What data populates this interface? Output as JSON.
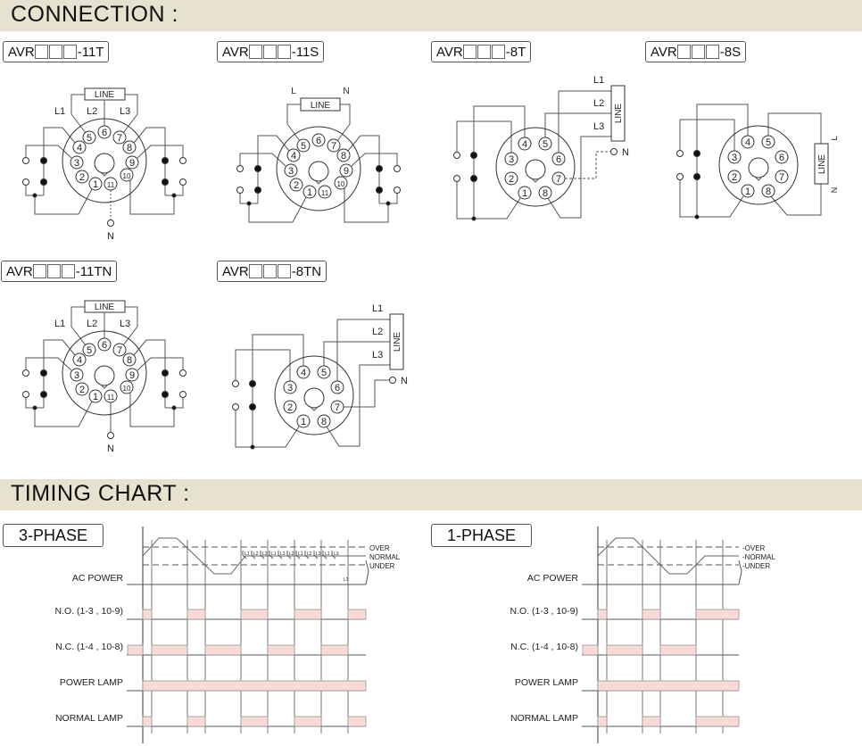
{
  "headers": {
    "connection": "CONNECTION :",
    "timing": "TIMING CHART :"
  },
  "models": [
    {
      "prefix": "AVR",
      "suffix": "-11T"
    },
    {
      "prefix": "AVR",
      "suffix": "-11S"
    },
    {
      "prefix": "AVR",
      "suffix": "-8T"
    },
    {
      "prefix": "AVR",
      "suffix": "-8S"
    },
    {
      "prefix": "AVR",
      "suffix": "-11TN"
    },
    {
      "prefix": "AVR",
      "suffix": "-8TN"
    }
  ],
  "diagram_text": {
    "line": "LINE",
    "l1": "L1",
    "l2": "L2",
    "l3": "L3",
    "l": "L",
    "n": "N",
    "pins11": [
      "1",
      "2",
      "3",
      "4",
      "5",
      "6",
      "7",
      "8",
      "9",
      "10",
      "11"
    ],
    "pins8": [
      "1",
      "2",
      "3",
      "4",
      "5",
      "6",
      "7",
      "8"
    ]
  },
  "phases": {
    "three": "3-PHASE",
    "one": "1-PHASE"
  },
  "colors": {
    "header_bg": "#e6e2cf",
    "pulse_fill": "#f9dad6",
    "line": "#555555"
  },
  "chart_data": [
    {
      "type": "timing",
      "title": "3-PHASE",
      "x_unit": "time",
      "xlim": [
        -1.7,
        25
      ],
      "levels": {
        "over": 1,
        "normal": 0,
        "under": -1
      },
      "level_labels": [
        "OVER",
        "NORMAL",
        "UNDER"
      ],
      "events": [
        1,
        5,
        7,
        11,
        14,
        17,
        20,
        23
      ],
      "phase_markers": [
        "L1",
        "L2",
        "L3",
        "L1",
        "L3",
        "L2",
        "L1",
        "L2",
        "L3",
        "L1",
        "L3"
      ],
      "drop_marker": "L3",
      "ac_power": {
        "label": "AC POWER",
        "points": [
          [
            0,
            0
          ],
          [
            1.8,
            2
          ],
          [
            3.8,
            2
          ],
          [
            8,
            -2
          ],
          [
            9.9,
            -2
          ],
          [
            11.5,
            0
          ],
          [
            25,
            0
          ]
        ]
      },
      "rows": [
        {
          "label": "N.O.  (1-3 , 10-9)",
          "pulses": [
            [
              0,
              1
            ],
            [
              5,
              7
            ],
            [
              11,
              14
            ],
            [
              17,
              20
            ],
            [
              23,
              25
            ]
          ]
        },
        {
          "label": "N.C.  (1-4 , 10-8)",
          "pulses": [
            [
              -1.7,
              0
            ],
            [
              1,
              5
            ],
            [
              7,
              11
            ],
            [
              14,
              17
            ],
            [
              20,
              23
            ]
          ]
        },
        {
          "label": "POWER LAMP",
          "pulses": [
            [
              0,
              25
            ]
          ]
        },
        {
          "label": "NORMAL LAMP",
          "pulses": [
            [
              0,
              1
            ],
            [
              5,
              7
            ],
            [
              11,
              14
            ],
            [
              17,
              20
            ],
            [
              23,
              25
            ]
          ]
        }
      ]
    },
    {
      "type": "timing",
      "title": "1-PHASE",
      "x_unit": "time",
      "xlim": [
        -1.7,
        15.8
      ],
      "levels": {
        "over": 1,
        "normal": 0,
        "under": -1
      },
      "level_labels": [
        "OVER",
        "NORMAL",
        "UNDER"
      ],
      "events": [
        1,
        5,
        7,
        11,
        14
      ],
      "ac_power": {
        "label": "AC POWER",
        "points": [
          [
            0,
            0
          ],
          [
            2,
            2
          ],
          [
            4,
            2
          ],
          [
            8,
            -2
          ],
          [
            10,
            -2
          ],
          [
            12,
            0
          ],
          [
            15.8,
            0
          ]
        ]
      },
      "rows": [
        {
          "label": "N.O.  (1-3 , 10-9)",
          "pulses": [
            [
              0,
              1
            ],
            [
              5,
              7
            ],
            [
              11,
              15.8
            ]
          ]
        },
        {
          "label": "N.C.  (1-4 , 10-8)",
          "pulses": [
            [
              -1.7,
              0
            ],
            [
              1,
              5
            ],
            [
              7,
              11
            ]
          ]
        },
        {
          "label": "POWER LAMP",
          "pulses": [
            [
              0,
              15.8
            ]
          ]
        },
        {
          "label": "NORMAL LAMP",
          "pulses": [
            [
              0,
              1
            ],
            [
              5,
              7
            ],
            [
              11,
              15.8
            ]
          ]
        }
      ]
    }
  ]
}
